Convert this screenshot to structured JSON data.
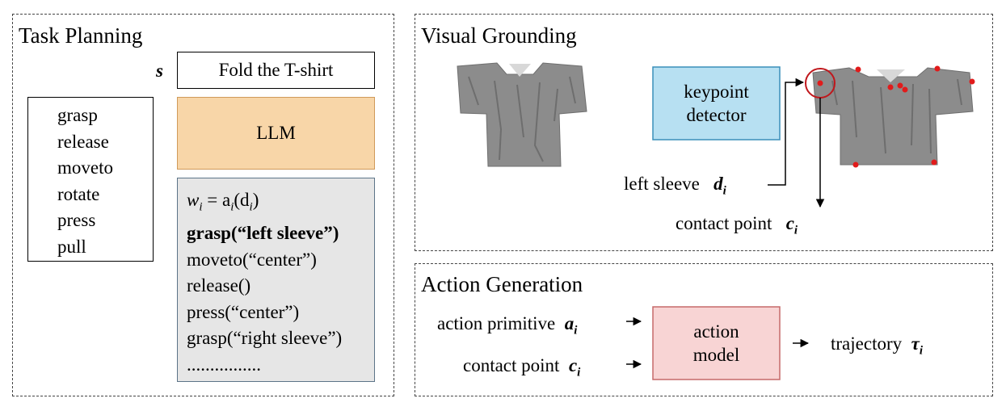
{
  "panels": {
    "task_planning": "Task Planning",
    "visual_grounding": "Visual Grounding",
    "action_generation": "Action Generation"
  },
  "task_planning": {
    "instruction_symbol": "s",
    "instruction": "Fold the T-shirt",
    "llm_label": "LLM",
    "primitives": [
      "grasp",
      "release",
      "moveto",
      "rotate",
      "press",
      "pull"
    ],
    "plan_formula_lhs": "w",
    "plan_formula_sub": "i",
    "plan_formula_rhs": "= a",
    "plan_formula_arg": "(d",
    "plan_formula_close": ")",
    "plan_lines": [
      "grasp(“left sleeve”)",
      "moveto(“center”)",
      "release()",
      "press(“center”)",
      "grasp(“right sleeve”)",
      "................"
    ]
  },
  "visual_grounding": {
    "detector_line1": "keypoint",
    "detector_line2": "detector",
    "query_label": "left sleeve",
    "query_var": "d",
    "query_sub": "i",
    "contact_label": "contact point",
    "contact_var": "c",
    "contact_sub": "i"
  },
  "action_generation": {
    "primitive_label": "action primitive",
    "primitive_var": "a",
    "primitive_sub": "i",
    "contact_label": "contact point",
    "contact_var": "c",
    "contact_sub": "i",
    "model_line1": "action",
    "model_line2": "model",
    "output_label": "trajectory",
    "output_var": "τ",
    "output_sub": "i"
  },
  "colors": {
    "llm_fill": "#f8d6a8",
    "llm_border": "#d09a5a",
    "plan_fill": "#e6e6e6",
    "plan_border": "#5c7488",
    "detector_fill": "#b7e0f2",
    "detector_border": "#3a8fba",
    "model_fill": "#f8d4d4",
    "model_border": "#c66a6a",
    "keypoint": "#e11b1b",
    "shirt": "#8c8c8c"
  }
}
